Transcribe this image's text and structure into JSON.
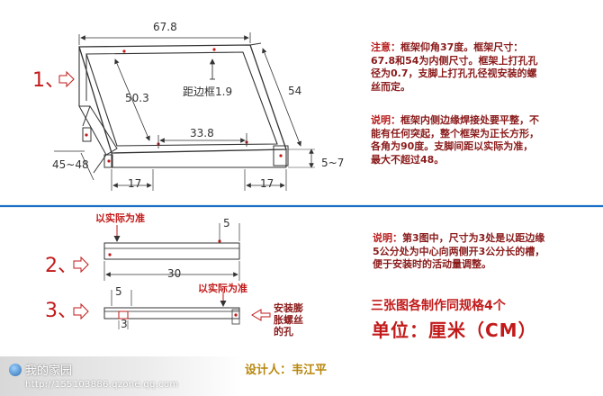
{
  "diagram1": {
    "step": "1、",
    "top_width": "67.8",
    "inner_length": "50.3",
    "right_side": "54",
    "edge_dist": "距边框1.9",
    "inner_span": "33.8",
    "left_angle": "45~48",
    "right_dim": "5~7",
    "bottom_left": "17",
    "bottom_right": "17"
  },
  "diagram2": {
    "step": "2、",
    "label_actual": "以实际为准",
    "top_small": "5",
    "length": "30"
  },
  "diagram3": {
    "step": "3、",
    "left_small": "5",
    "label_actual": "以实际为准",
    "notch": "3",
    "hole_label": "安装膨\n胀螺丝\n的孔"
  },
  "notes": {
    "note1_head": "注意：",
    "note1_body": "框架仰角37度。框架尺寸：67.8和54为内侧尺寸。框架上打孔孔径为0.7，支脚上打孔孔径视安装的螺丝而定。",
    "note2_head": "说明：",
    "note2_body": "框架内侧边缘焊接处要平整，不能有任何突起，整个框架为正长方形，各角为90度。支脚间距以实际为准，最大不超过48。",
    "note3_head": "说明：",
    "note3_body": "第3图中，尺寸为3处是以距边缘5公分处为中心向两侧开3公分长的槽，便于安装时的活动量调整。",
    "same_spec": "三张图各制作同规格4个",
    "unit": "单位：厘米（CM）",
    "designer": "设计人：韦江平"
  },
  "footer": {
    "home": "我的家园",
    "url": "http://155103886.qzone.qq.com"
  },
  "colors": {
    "divider": "#1a6fc4",
    "red": "#c21a1a",
    "dark_red": "#8a1a1a",
    "gold": "#b8860b"
  }
}
